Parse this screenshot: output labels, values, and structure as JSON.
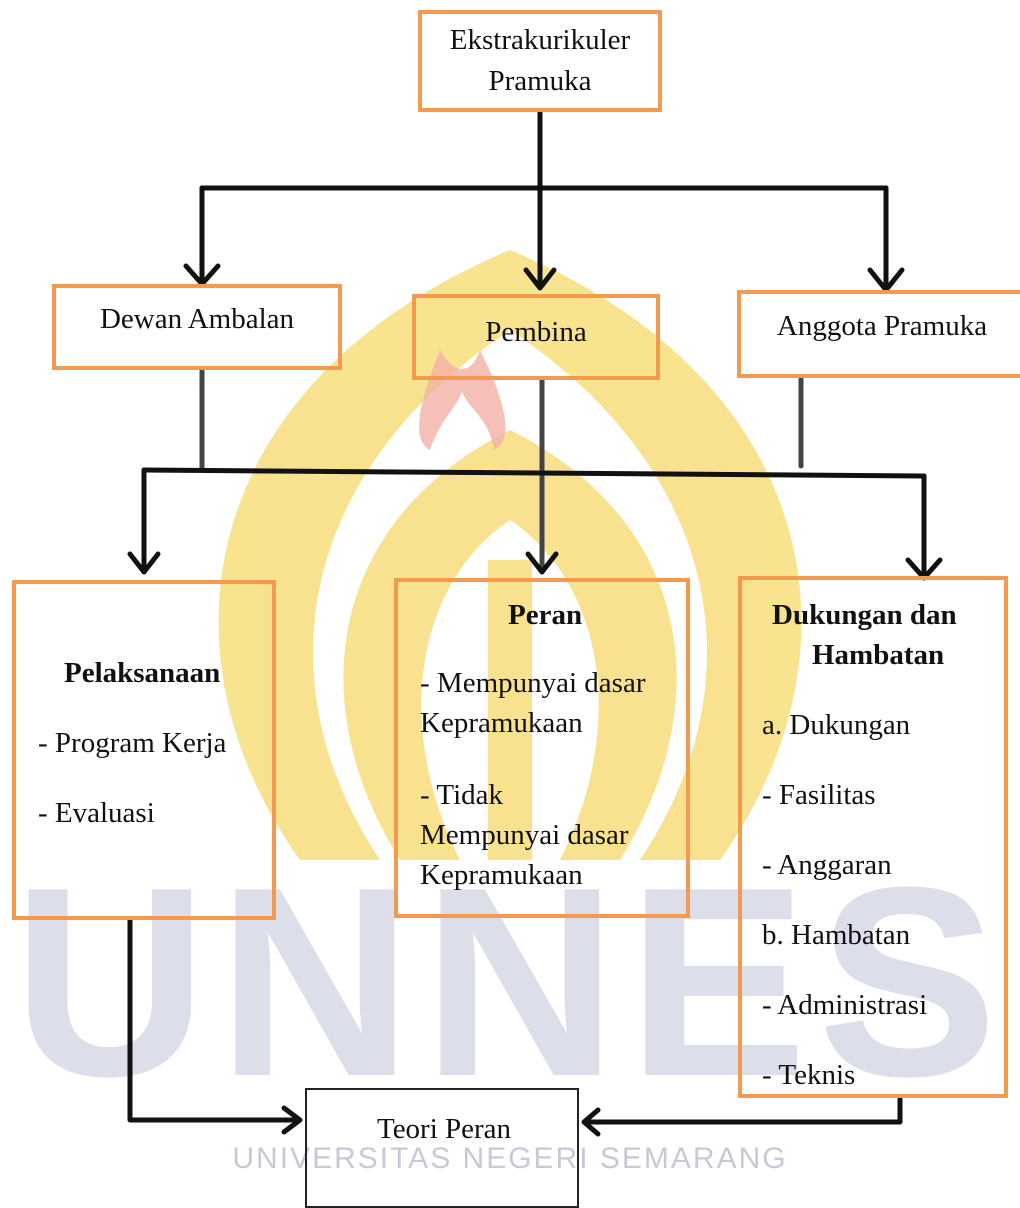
{
  "top": {
    "line1": "Ekstrakurikuler",
    "line2": "Pramuka"
  },
  "level2": {
    "dewan": "Dewan Ambalan",
    "pembina": "Pembina",
    "anggota": "Anggota Pramuka"
  },
  "pelaksanaan": {
    "title": "Pelaksanaan",
    "items": [
      "- Program Kerja",
      "- Evaluasi"
    ]
  },
  "peran": {
    "title": "Peran",
    "lines": [
      "- Mempunyai dasar",
      "Kepramukaan",
      "- Tidak",
      "Mempunyai dasar",
      "Kepramukaan"
    ]
  },
  "dukungan": {
    "title_line1": "Dukungan dan",
    "title_line2": "Hambatan",
    "items": [
      "a. Dukungan",
      "- Fasilitas",
      "- Anggaran",
      "b. Hambatan",
      "- Administrasi",
      "- Teknis"
    ]
  },
  "bottom": {
    "label": "Teori Peran"
  },
  "watermark": {
    "text": "UNNES",
    "subtitle": "UNIVERSITAS NEGERI SEMARANG",
    "colors": {
      "emblem": "#f6d96a",
      "flame": "#f2b0a6",
      "text": "#d4d6e6"
    }
  },
  "colors": {
    "box_border": "#f39a4f",
    "line": "#111111"
  }
}
